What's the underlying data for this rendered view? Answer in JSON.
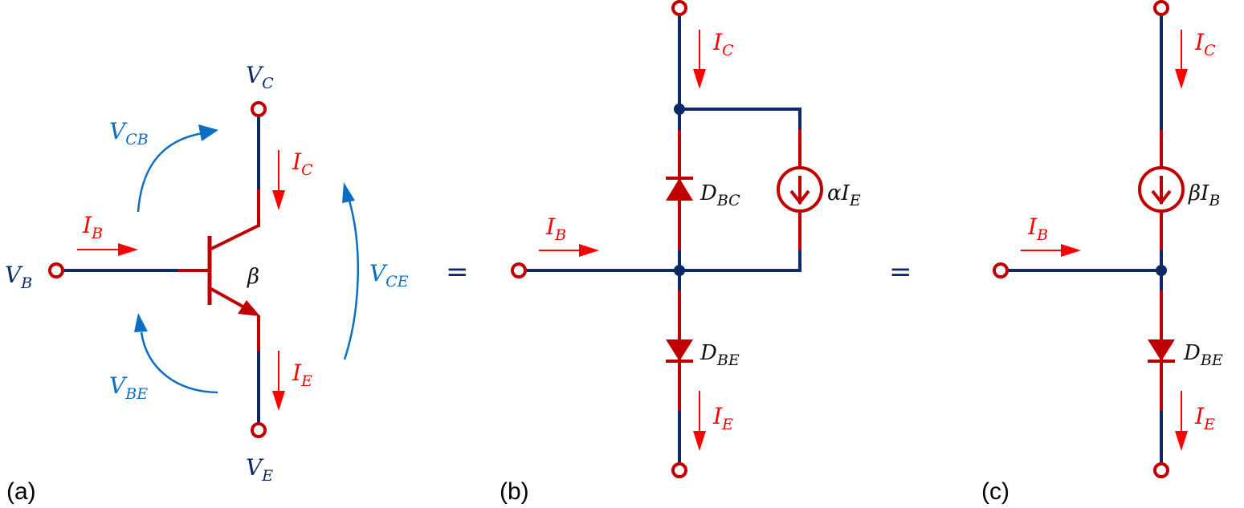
{
  "figure": {
    "panels": [
      {
        "id": "a",
        "label": "(a)",
        "description": "BJT transistor symbol",
        "terminals": {
          "base": {
            "name": "V",
            "sub": "B"
          },
          "collector": {
            "name": "V",
            "sub": "C"
          },
          "emitter": {
            "name": "V",
            "sub": "E"
          }
        },
        "currents": [
          {
            "name": "I",
            "sub": "B"
          },
          {
            "name": "I",
            "sub": "C"
          },
          {
            "name": "I",
            "sub": "E"
          }
        ],
        "voltages": [
          {
            "name": "V",
            "sub": "CB"
          },
          {
            "name": "V",
            "sub": "BE"
          },
          {
            "name": "V",
            "sub": "CE"
          }
        ],
        "gain_symbol": "β"
      },
      {
        "id": "b",
        "label": "(b)",
        "description": "Ebers-Moll style model: two diodes with alpha-controlled current source",
        "currents": [
          {
            "name": "I",
            "sub": "C"
          },
          {
            "name": "I",
            "sub": "B"
          },
          {
            "name": "I",
            "sub": "E"
          }
        ],
        "components": [
          {
            "type": "diode",
            "name": "D",
            "sub": "BC"
          },
          {
            "type": "diode",
            "name": "D",
            "sub": "BE"
          },
          {
            "type": "current-source",
            "name": "αI",
            "sub": "E"
          }
        ]
      },
      {
        "id": "c",
        "label": "(c)",
        "description": "Simplified model: beta-controlled current source with base-emitter diode",
        "currents": [
          {
            "name": "I",
            "sub": "C"
          },
          {
            "name": "I",
            "sub": "B"
          },
          {
            "name": "I",
            "sub": "E"
          }
        ],
        "components": [
          {
            "type": "current-source",
            "name": "βI",
            "sub": "B"
          },
          {
            "type": "diode",
            "name": "D",
            "sub": "BE"
          }
        ]
      }
    ],
    "equals_signs": [
      "=",
      "="
    ],
    "colors": {
      "wire_navy": "#0b2a66",
      "component_red": "#c00000",
      "current_red": "#ff0000",
      "voltage_blue": "#0a6fc2"
    }
  }
}
